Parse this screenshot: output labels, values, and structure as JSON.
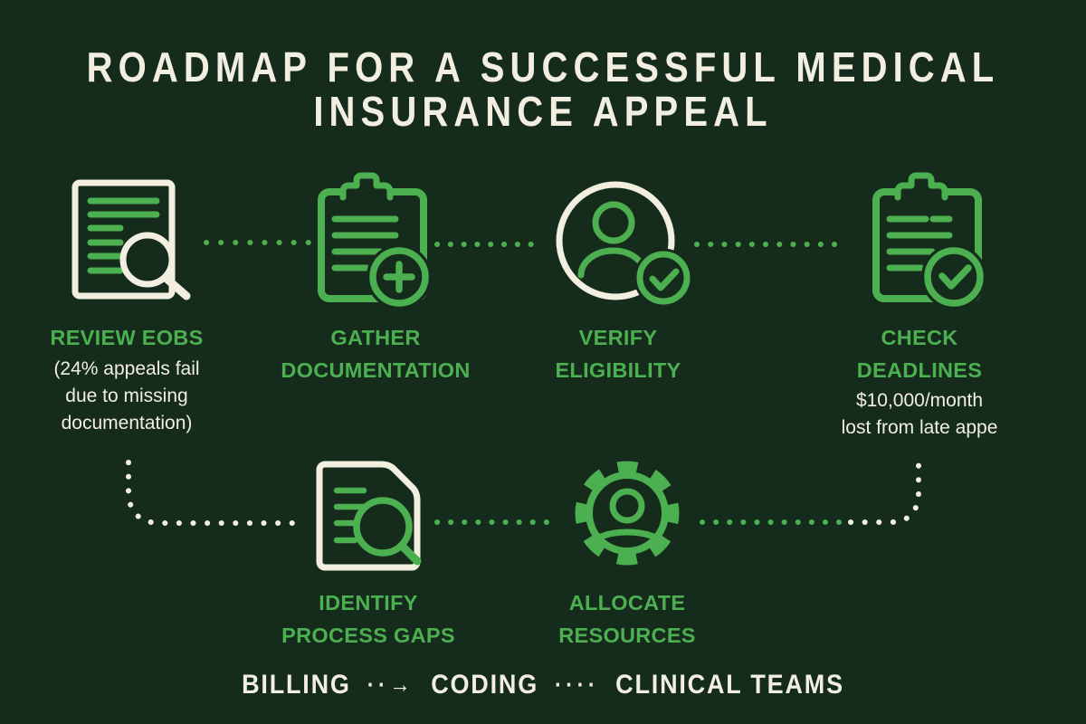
{
  "title": {
    "line1": "ROADMAP FOR A SUCCESSFUL MEDICAL",
    "line2": "INSURANCE APPEAL"
  },
  "colors": {
    "background": "#152C1D",
    "accent_green": "#4CAF50",
    "cream": "#F2EEE0"
  },
  "steps": [
    {
      "id": "review-eobs",
      "icon": "document-magnifier-icon",
      "label_lines": [
        "REVIEW EOBS"
      ],
      "note_lines": [
        "(24% appeals fail",
        "due to missing",
        "documentation)"
      ]
    },
    {
      "id": "gather-documentation",
      "icon": "clipboard-plus-icon",
      "label_lines": [
        "GATHER",
        "DOCUMENTATION"
      ],
      "note_lines": []
    },
    {
      "id": "verify-eligibility",
      "icon": "person-check-icon",
      "label_lines": [
        "VERIFY",
        "ELIGIBILITY"
      ],
      "note_lines": []
    },
    {
      "id": "check-deadlines",
      "icon": "clipboard-check-icon",
      "label_lines": [
        "CHECK",
        "DEADLINES"
      ],
      "note_lines": [
        "$10,000/month",
        "lost from late appe"
      ]
    },
    {
      "id": "identify-process-gaps",
      "icon": "document-search-icon",
      "label_lines": [
        "IDENTIFY",
        "PROCESS GAPS"
      ],
      "note_lines": []
    },
    {
      "id": "allocate-resources",
      "icon": "gear-person-icon",
      "label_lines": [
        "ALLOCATE",
        "RESOURCES"
      ],
      "note_lines": []
    }
  ],
  "legend": {
    "billing": "BILLING",
    "sep1": "··→",
    "coding": "CODING",
    "sep2": "····",
    "clinical": "CLINICAL TEAMS"
  }
}
